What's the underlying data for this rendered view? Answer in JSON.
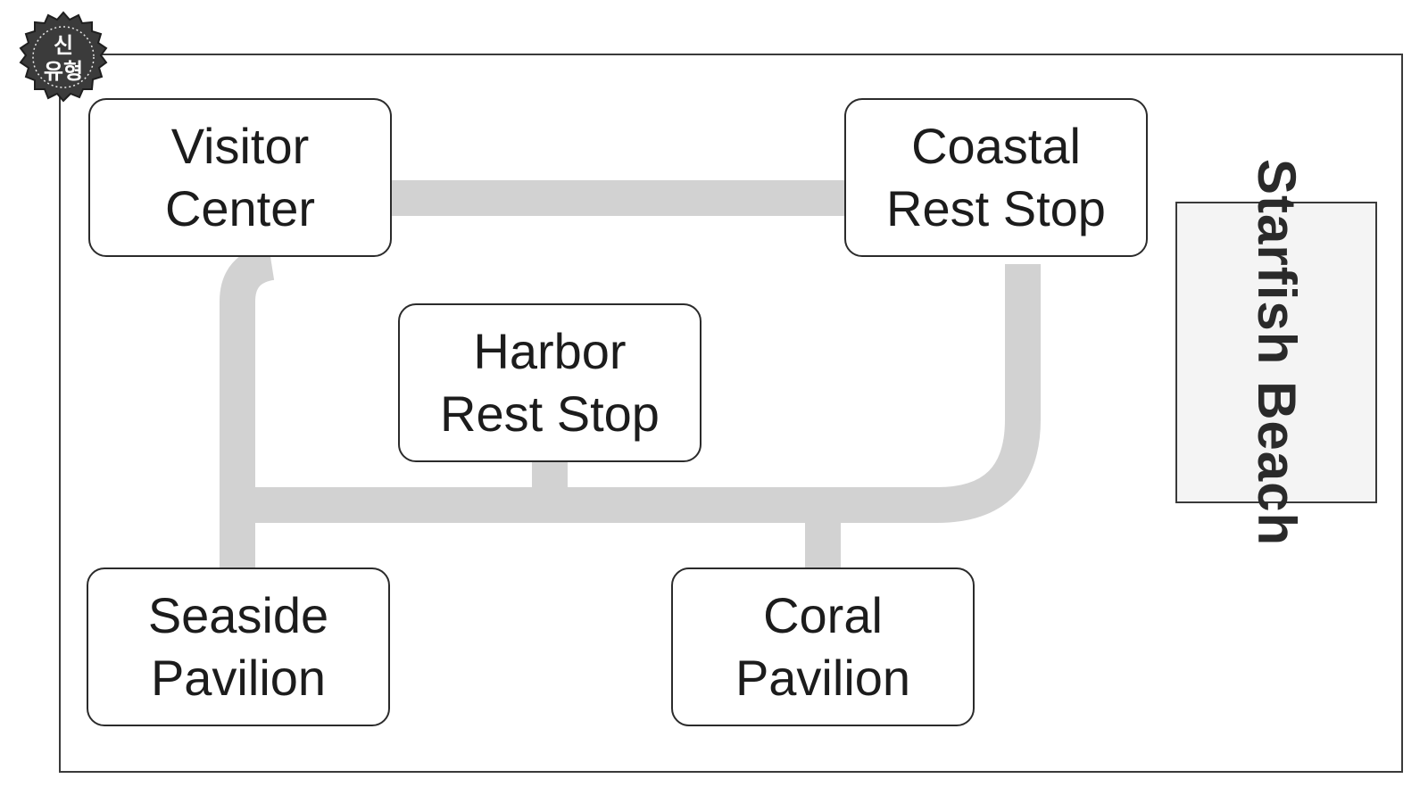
{
  "map": {
    "locations": {
      "visitor_center": {
        "line1": "Visitor",
        "line2": "Center"
      },
      "coastal_rest_stop": {
        "line1": "Coastal",
        "line2": "Rest Stop"
      },
      "harbor_rest_stop": {
        "line1": "Harbor",
        "line2": "Rest Stop"
      },
      "seaside_pavilion": {
        "line1": "Seaside",
        "line2": "Pavilion"
      },
      "coral_pavilion": {
        "line1": "Coral",
        "line2": "Pavilion"
      }
    },
    "beach": {
      "line1": "Starfish",
      "line2": "Beach"
    }
  },
  "badge": {
    "line1": "신",
    "line2": "유형"
  },
  "colors": {
    "path": "#d2d2d2",
    "border": "#2b2b2b",
    "badge_fill": "#3b3b3b"
  }
}
